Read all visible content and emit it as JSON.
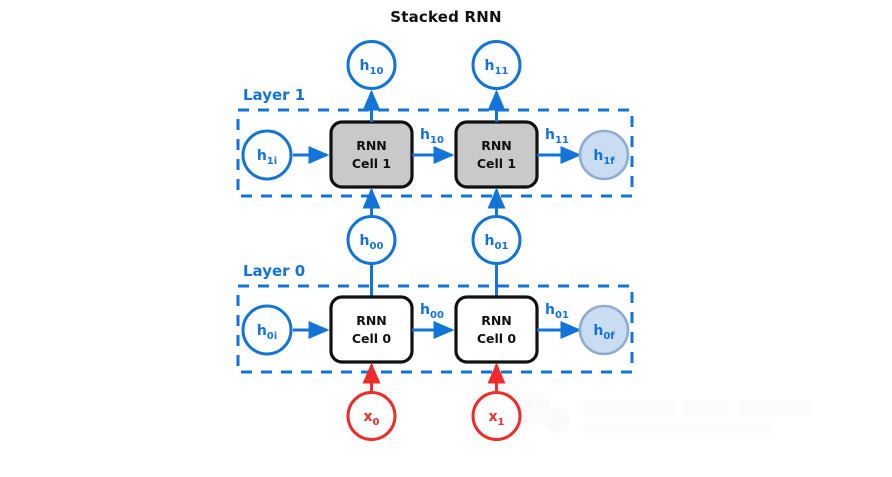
{
  "title": "Stacked RNN",
  "colors": {
    "blue": "#1273d8",
    "red": "#ee2c2c",
    "cell_gray_fill": "#c9c9c9",
    "cell_white_fill": "#ffffff",
    "cell_border": "#111111",
    "final_node_fill": "#c9dcf2",
    "final_node_border": "#8fadcf",
    "dashed_border": "#1273d8",
    "title_color": "#111111"
  },
  "layers": [
    {
      "name": "layer-1",
      "label": "Layer 1",
      "cell_label_line1": "RNN",
      "cell_label_line2": "Cell 1",
      "init_node": {
        "base": "h",
        "sub": "1i"
      },
      "final_node": {
        "base": "h",
        "sub": "1f"
      },
      "cells": [
        {
          "recurrent_out": {
            "base": "h",
            "sub": "10"
          }
        },
        {
          "recurrent_out": {
            "base": "h",
            "sub": "11"
          }
        }
      ],
      "outputs": [
        {
          "base": "h",
          "sub": "10"
        },
        {
          "base": "h",
          "sub": "11"
        }
      ]
    },
    {
      "name": "layer-0",
      "label": "Layer 0",
      "cell_label_line1": "RNN",
      "cell_label_line2": "Cell 0",
      "init_node": {
        "base": "h",
        "sub": "0i"
      },
      "final_node": {
        "base": "h",
        "sub": "0f"
      },
      "cells": [
        {
          "recurrent_out": {
            "base": "h",
            "sub": "00"
          }
        },
        {
          "recurrent_out": {
            "base": "h",
            "sub": "01"
          }
        }
      ],
      "outputs": [
        {
          "base": "h",
          "sub": "00"
        },
        {
          "base": "h",
          "sub": "01"
        }
      ]
    }
  ],
  "inputs": [
    {
      "base": "x",
      "sub": "0"
    },
    {
      "base": "x",
      "sub": "1"
    }
  ]
}
